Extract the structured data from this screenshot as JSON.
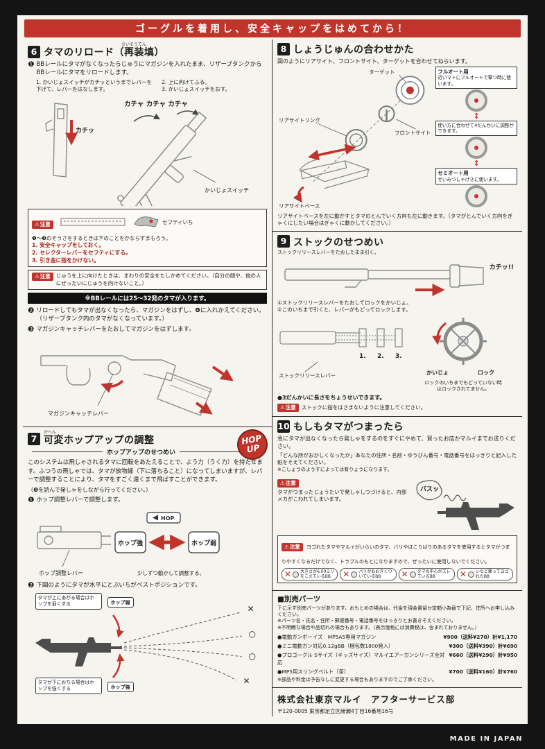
{
  "ui": {
    "warn": "⚠",
    "caution": "注意",
    "hop_word": "HOP",
    "hop_top": "HOP",
    "hop_bottom": "UP",
    "updown": "↕",
    "cross": "✕"
  },
  "banner": {
    "text": "ゴーグルを着用し、安全キャップをはめてから！"
  },
  "section6": {
    "num": "6",
    "furigana": "さいそうてん",
    "title": "タマのリロード（再装填）",
    "step1": {
      "bullet": "❶",
      "text": "BBレールにタマがなくなったらじゅうにマガジンを入れたまま、リザーブタンクからBBレールにタマをリロードします。"
    },
    "sub1": "1. かいじょスイッチがカチッというまでレバーを下げて、レバーをはなします。",
    "sub2": "2. 上に向けてふる。",
    "sub3": "3. かいじょスイッチをおす。",
    "lbl_kachi": "カチッ",
    "lbl_kacha": "カチャ カチャ カチャ",
    "lbl_kaijo_switch": "かいじょスイッチ",
    "lbl_safety_pos": "セフティいち",
    "caution1_intro": "❶〜❸のそうさをするときは下のことをかならずまもろう。",
    "caution1_item1": "1. 安全キャップをしておく。",
    "caution1_item2": "2. セレクターレバーをセフティにする。",
    "caution1_item3": "3. 引き金に指をかけない。",
    "caution2": "じゅうを上に向けたときは、まわりの安全をたしかめてください。（自分の顔や、他の人にぜったいにじゅうを向けないこと。）",
    "black_note": "※BBレールには25〜32発のタマが入ります。",
    "step2": {
      "bullet": "❷",
      "text": "リロードしてもタマが出なくなったら、マガジンをはずし、❹に入れかえてください。（リザーブタンク内のタマがなくなっています。）"
    },
    "step3": {
      "bullet": "❸",
      "text": "マガジンキャッチレバーをたおしてマガジンをはずします。"
    },
    "lbl_magcatch": "マガジンキャッチレバー"
  },
  "section7": {
    "num": "7",
    "furigana": "かへん",
    "title": "可変ホップアップの調整",
    "subheader": "ホップアップのせつめい",
    "body": "このシステムは飛しゃされるタマに回転をあたえることで、よう力（うく力）を持たせます。ふつうの飛しゃでは、タマが放物線（下に落ちること）になってしまいますが、レバーで調整することにより、タマをすごく遠くまで飛ばすことができます。",
    "note": "（❺を読んで発しゃをしながら行ってください。）",
    "step1": {
      "bullet": "❶",
      "text": "ホップ調整レバーで調整します。"
    },
    "lbl_hop_strong": "ホップ強",
    "lbl_hop_weak": "ホップ弱",
    "lbl_hop_lever": "ホップ調整レバー",
    "lbl_adjust": "少しずつ動かして調整する。",
    "step2": {
      "bullet": "❷",
      "text": "下図のようにタマが水平にとぶいちがベストポジションです。"
    },
    "lbl_up": "タマが上にあがる場合はホップを弱くする",
    "lbl_down": "タマが下におちる場合はホップを強くする",
    "marks": [
      "✕",
      "○",
      "○",
      "✕"
    ]
  },
  "section8": {
    "num": "8",
    "title": "しょうじゅんの合わせかた",
    "intro": "図のようにリアサイト、フロントサイト、ターゲットを合わせてねらいます。",
    "lbl_target": "ターゲット",
    "lbl_front": "フロントサイト",
    "lbl_ring": "リアサイトリング",
    "lbl_base": "リアサイトベース",
    "full_title": "フルオート用",
    "full_text": "近いマトにフルオートで撃つ時に使います。",
    "mid_text": "使い方に合わせて4だんかいに調整ができます。",
    "semi_title": "セミオート用",
    "semi_text": "せいみつしゃげきに使います。",
    "footer": "リアサイトベースを左に動かすとタマのとんでいく方向も左に動きます。（タマがとんでいく方向をぎゃくにしたい場合はぎゃくに動かしてください。）"
  },
  "section9": {
    "num": "9",
    "title": "ストックのせつめい",
    "lbl_pull": "ストックリリースレバーをたおしたまま引く。",
    "step1": "①ストックリリースレバーをたおしてロックをかいじょ。",
    "step2": "②このいちまで引くと、レバーがもどってロックします。",
    "lbl_kachi": "カチッ!!",
    "lbl_lever": "ストックリリースレバー",
    "pos1": "1.",
    "pos2": "2.",
    "pos3": "3.",
    "lbl_kaijo": "かいじょ",
    "lbl_lock": "ロック",
    "lock_note": "ロックのいちまでもどっていない時はロックされてません。",
    "note": "●3だんかいに長さをちょうせいできます。",
    "caution": "ストックに指をはさまないように注意してください。"
  },
  "section10": {
    "num": "10",
    "title": "もしもタマがつまったら",
    "body1": "急にタマが出なくなったら発しゃをするのをすぐにやめて、買ったお店かマルイまでお送りください。",
    "body2": "「どんな所がおかしくなったか」あなたの住所・名前・ゆうびん番号・電話番号をはっきりと記入した紙をそえてください。",
    "body3": "※こしょうのようすによっては有りょうになります。",
    "caution1": "タマがつまったじょうたいで発しゃしつづけると、内部メカがこわれてしまいます。",
    "lbl_basu": "バスッ",
    "caution2": "ヨゴれたタマやマルイがいらいのタマ、バリやほこりばりのあるタマを使用するとタマがつまりやすくなるだけでなく、トラブルのもとになりますので、ぜったいに使用しないでください。",
    "bad1": "大きさが6.00ミリをこえているBB",
    "bad2": "バリがおおきくついているBB",
    "bad3": "タマの中心がズレているBB",
    "bad4": "いちど撃ってヨゴれたBB"
  },
  "parts": {
    "title": "■別売パーツ",
    "intro1": "下に示す別売パーツがあります。おもとめの場合は、代金を現金書留か定額小為替で下記、住所へお申し込みください。",
    "intro2": "※パーツ名・氏名・住所・郵便番号・電話番号をはっきりとお書きそえください。",
    "intro3": "※不明瞭な場合や品切れの場合もあります。（表示価格には消費税は、含まれておりません。）",
    "items": [
      {
        "name": "●電動ガンボーイズ　MP5A5専用マガジン",
        "price": "¥900（送料¥270）計¥1,170"
      },
      {
        "name": "●ミニ電動ガン対応0.12gBB（梱包数1800発入）",
        "price": "¥300（送料¥390）計¥690"
      },
      {
        "name": "●プロゴーグル Sサイズ（キッズサイズ）マルイエアーガンシリーズ全対応",
        "price": "¥660（送料¥290）計¥950"
      },
      {
        "name": "●MP5用スリングベルト（茶）",
        "price": "¥700（送料¥160）計¥760"
      }
    ],
    "note": "※部品や料金は予告なしに変更する場合もありますのでご了承ください。"
  },
  "footer": {
    "company": "株式会社東京マルイ　アフターサービス部",
    "address": "〒120-0005 東京都足立区綾瀬4丁目16番地16号",
    "made_in": "MADE IN JAPAN"
  }
}
